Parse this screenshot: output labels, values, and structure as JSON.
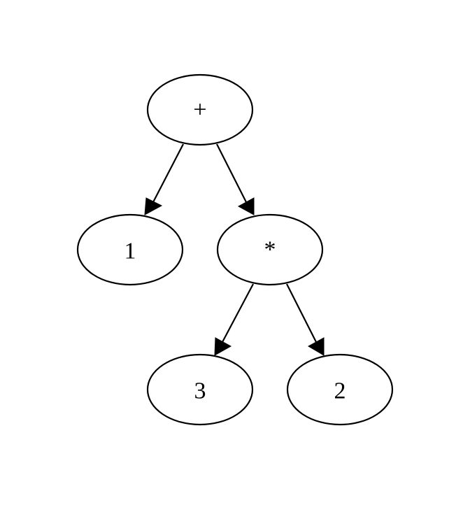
{
  "diagram": {
    "type": "expression-tree",
    "nodes": [
      {
        "id": "plus",
        "label": "+"
      },
      {
        "id": "one",
        "label": "1"
      },
      {
        "id": "times",
        "label": "*"
      },
      {
        "id": "three",
        "label": "3"
      },
      {
        "id": "two",
        "label": "2"
      }
    ],
    "edges": [
      {
        "from": "plus",
        "to": "one"
      },
      {
        "from": "plus",
        "to": "times"
      },
      {
        "from": "times",
        "to": "three"
      },
      {
        "from": "times",
        "to": "two"
      }
    ]
  }
}
